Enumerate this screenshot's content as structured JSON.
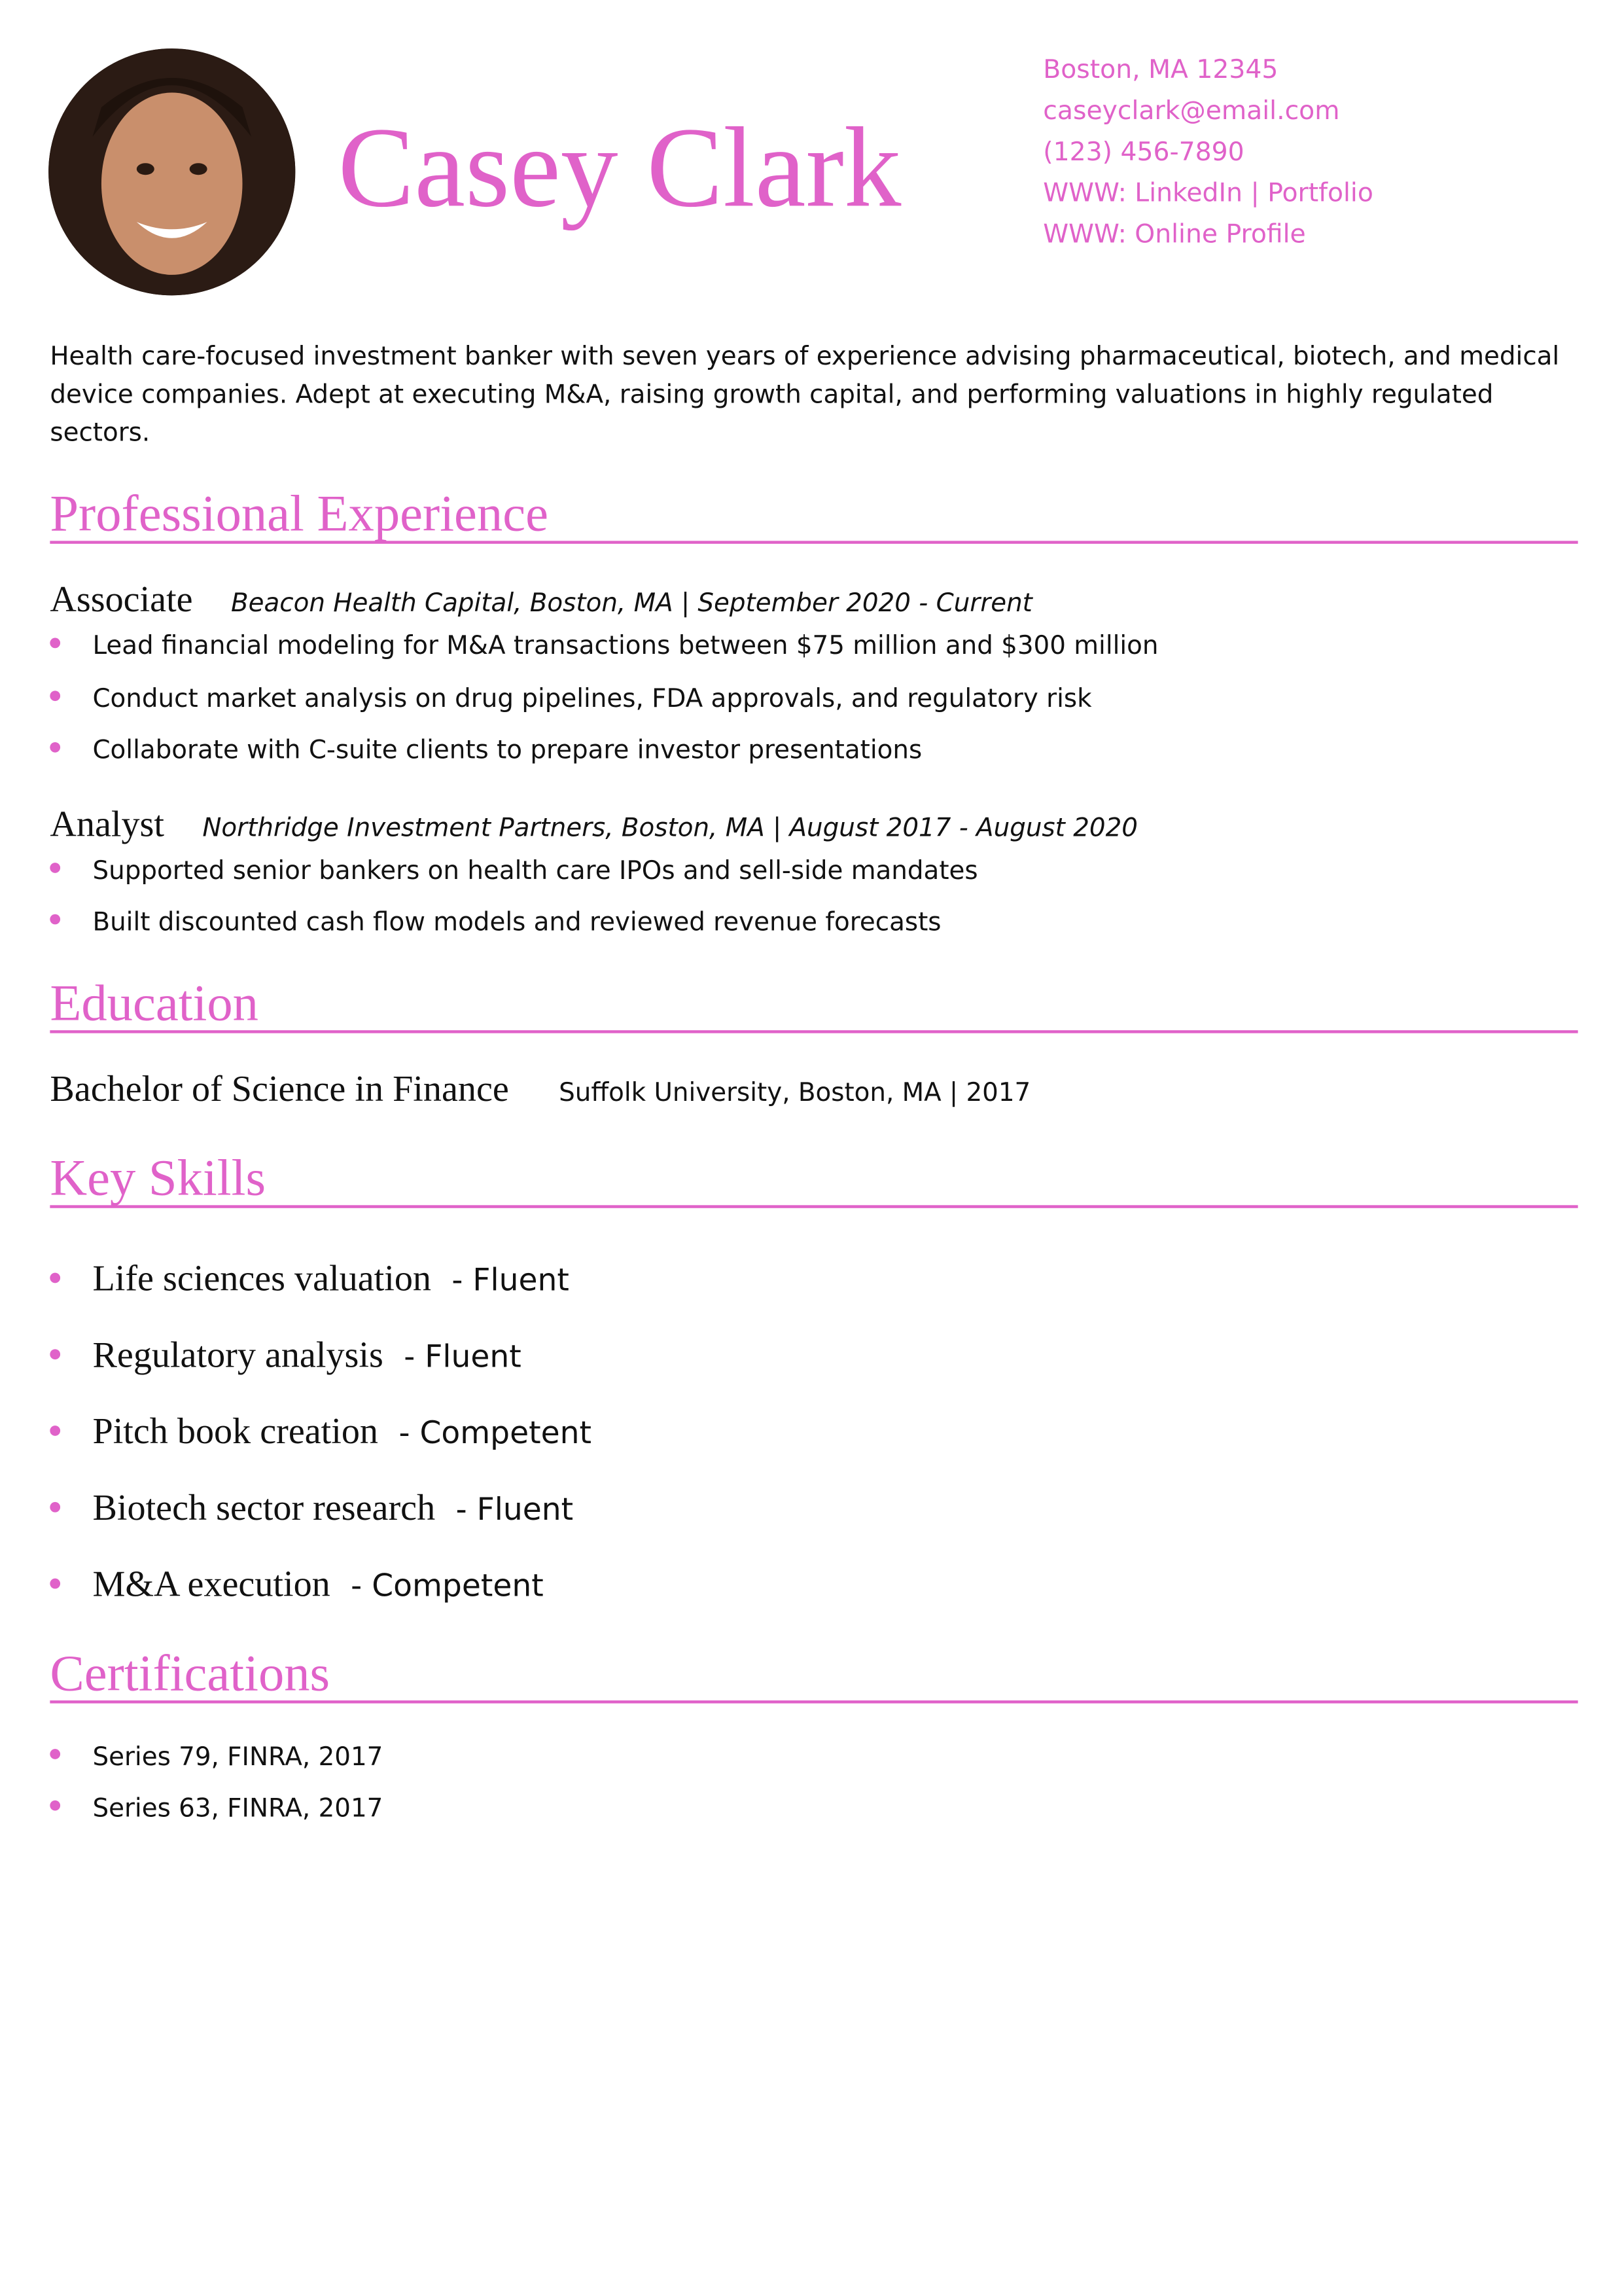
{
  "header": {
    "name": "Casey Clark",
    "photo": "profile-photo",
    "contact": [
      "Boston, MA 12345",
      "caseyclark@email.com",
      "(123) 456-7890",
      "WWW: LinkedIn | Portfolio",
      "WWW: Online Profile"
    ]
  },
  "summary": "Health care-focused investment banker with seven years of experience advising pharmaceutical, biotech, and medical device companies. Adept at executing M&A, raising growth capital, and performing valuations in highly regulated sectors.",
  "experience": {
    "heading": "Professional Experience",
    "jobs": [
      {
        "title": "Associate",
        "company": "Beacon Health Capital",
        "detail": ", Boston, MA | September 2020 - Current",
        "bullets": [
          "Lead financial modeling for M&A transactions between $75 million and $300 million",
          "Conduct market analysis on drug pipelines, FDA approvals, and regulatory risk",
          "Collaborate with C-suite clients to prepare investor presentations"
        ]
      },
      {
        "title": "Analyst",
        "company": "Northridge Investment Partners",
        "detail": ", Boston, MA | August 2017 - August 2020",
        "bullets": [
          "Supported senior bankers on health care IPOs and sell-side mandates",
          "Built discounted cash flow models and reviewed revenue forecasts"
        ]
      }
    ]
  },
  "education": {
    "heading": "Education",
    "degree": "Bachelor of Science in Finance",
    "detail": "Suffolk University, Boston, MA | 2017"
  },
  "skills": {
    "heading": "Key Skills",
    "items": [
      {
        "name": "Life sciences valuation",
        "level": "- Fluent"
      },
      {
        "name": "Regulatory analysis",
        "level": "- Fluent"
      },
      {
        "name": "Pitch book creation",
        "level": "- Competent"
      },
      {
        "name": "Biotech sector research",
        "level": "- Fluent"
      },
      {
        "name": "M&A execution",
        "level": "- Competent"
      }
    ]
  },
  "certifications": {
    "heading": "Certifications",
    "items": [
      "Series 79, FINRA, 2017",
      "Series 63, FINRA, 2017"
    ]
  },
  "colors": {
    "accent": "#e062c9"
  }
}
